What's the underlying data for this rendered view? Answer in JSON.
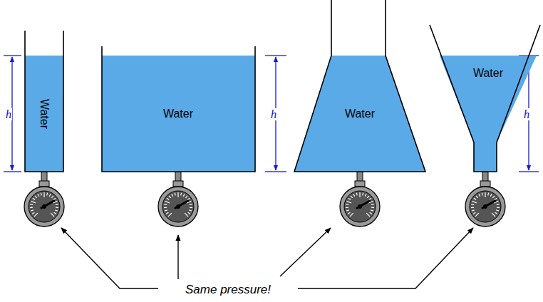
{
  "diagram": {
    "nodes": [
      {
        "text": [
          "Water"
        ]
      },
      {
        "text": [
          "Water"
        ]
      },
      {
        "text": [
          "Water"
        ]
      },
      {
        "text": [
          "Water"
        ]
      }
    ],
    "labels": [
      "h",
      "h",
      "h",
      "Same pressure!"
    ]
  }
}
